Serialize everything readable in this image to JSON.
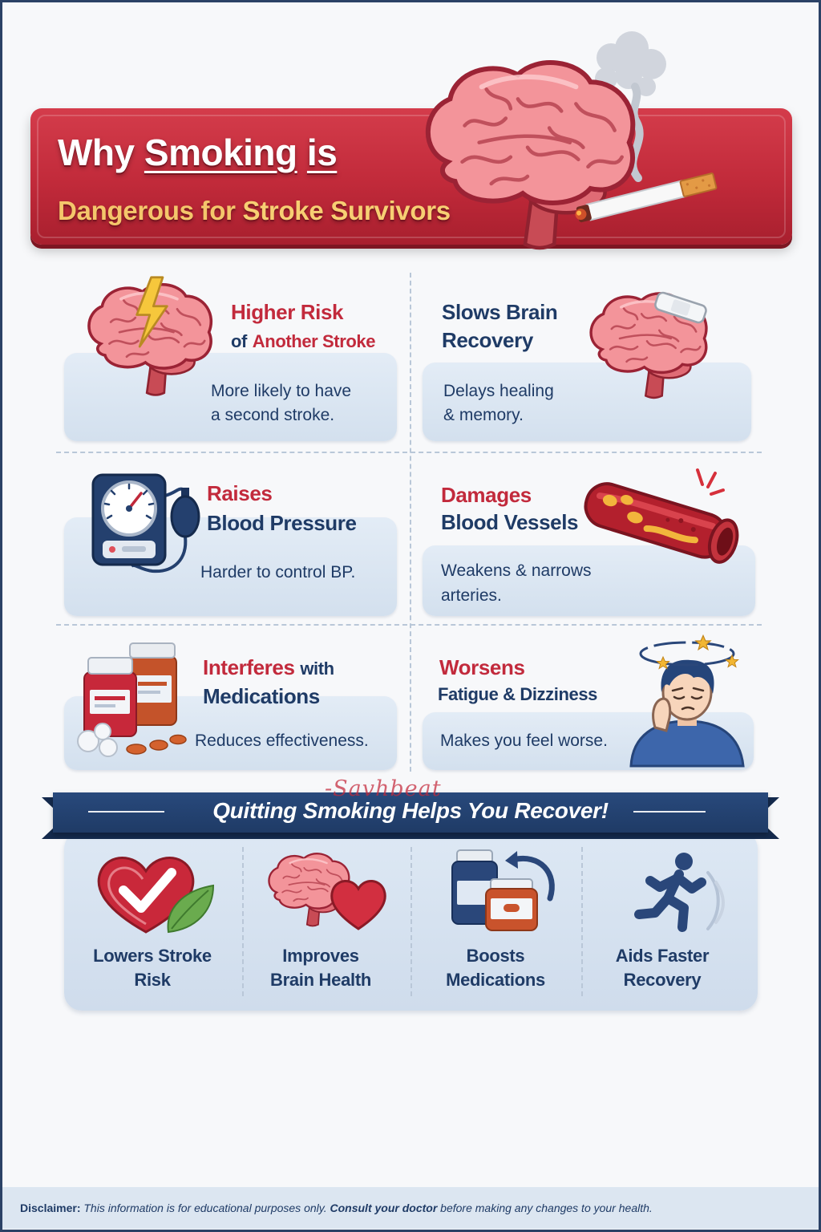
{
  "header": {
    "title_why": "Why",
    "title_smoking": "Smoking",
    "title_is": "is",
    "subtitle_lead": "Dangerous for",
    "subtitle_emph": "Stroke Survivors",
    "icons": [
      "brain-icon",
      "smoke-icon",
      "cigarette-icon"
    ]
  },
  "cards": [
    {
      "title": [
        "Higher Risk",
        "of",
        "Another Stroke"
      ],
      "body": [
        "More likely to have",
        "a second stroke."
      ],
      "icon": "brain-lightning-icon"
    },
    {
      "title": [
        "Slows Brain",
        "Recovery"
      ],
      "body": [
        "Delays healing",
        "& memory."
      ],
      "icon": "bandaged-brain-icon"
    },
    {
      "title": [
        "Raises",
        "Blood Pressure"
      ],
      "body": [
        "Harder to control BP."
      ],
      "icon": "blood-pressure-monitor-icon"
    },
    {
      "title": [
        "Damages",
        "Blood Vessels"
      ],
      "body": [
        "Weakens & narrows",
        "arteries."
      ],
      "icon": "blood-vessel-icon"
    },
    {
      "title": [
        "Interferes",
        "with",
        "Medications"
      ],
      "body": [
        "Reduces effectiveness."
      ],
      "icon": "pill-bottles-icon"
    },
    {
      "title": [
        "Worsens",
        "Fatigue & Dizziness"
      ],
      "body": [
        "Makes you feel worse."
      ],
      "icon": "dizzy-person-icon"
    }
  ],
  "watermark": "-Savhbeat",
  "benefits": {
    "banner": "Quitting Smoking Helps You Recover!",
    "items": [
      {
        "line1": "Lowers Stroke",
        "line2": "Risk",
        "icon": "heart-check-icon"
      },
      {
        "line1": "Improves",
        "line2": "Brain Health",
        "icon": "brain-heart-icon"
      },
      {
        "line1": "Boosts",
        "line2": "Medications",
        "icon": "medication-refresh-icon"
      },
      {
        "line1": "Aids Faster",
        "line2": "Recovery",
        "icon": "running-person-icon"
      }
    ]
  },
  "disclaimer": {
    "label": "Disclaimer:",
    "text_before": "This information is for educational purposes only.",
    "emphasis": "Consult your doctor",
    "text_after": "before making any changes to your health."
  },
  "colors": {
    "red": "#c22a3c",
    "navy": "#1f3b66",
    "gold": "#f4c66b",
    "panel": "#dbe6f2",
    "banner": "#c12a3a"
  }
}
